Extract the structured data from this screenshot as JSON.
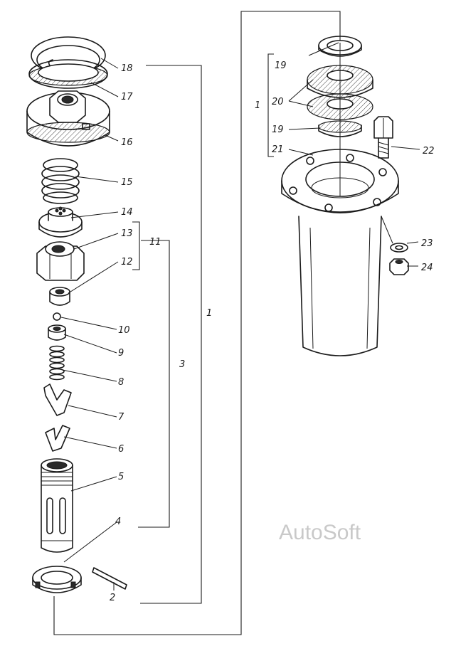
{
  "callouts": {
    "c1": "1",
    "c2": "2",
    "c3": "3",
    "c4": "4",
    "c5": "5",
    "c6": "6",
    "c7": "7",
    "c8": "8",
    "c9": "9",
    "c10": "10",
    "c11": "11",
    "c12": "12",
    "c13": "13",
    "c14": "14",
    "c15": "15",
    "c16": "16",
    "c17": "17",
    "c18": "18",
    "c19a": "19",
    "c19b": "19",
    "c20": "20",
    "c21": "21",
    "c22": "22",
    "c23": "23",
    "c24": "24",
    "c1r": "1"
  },
  "watermark": "AutoSoft"
}
